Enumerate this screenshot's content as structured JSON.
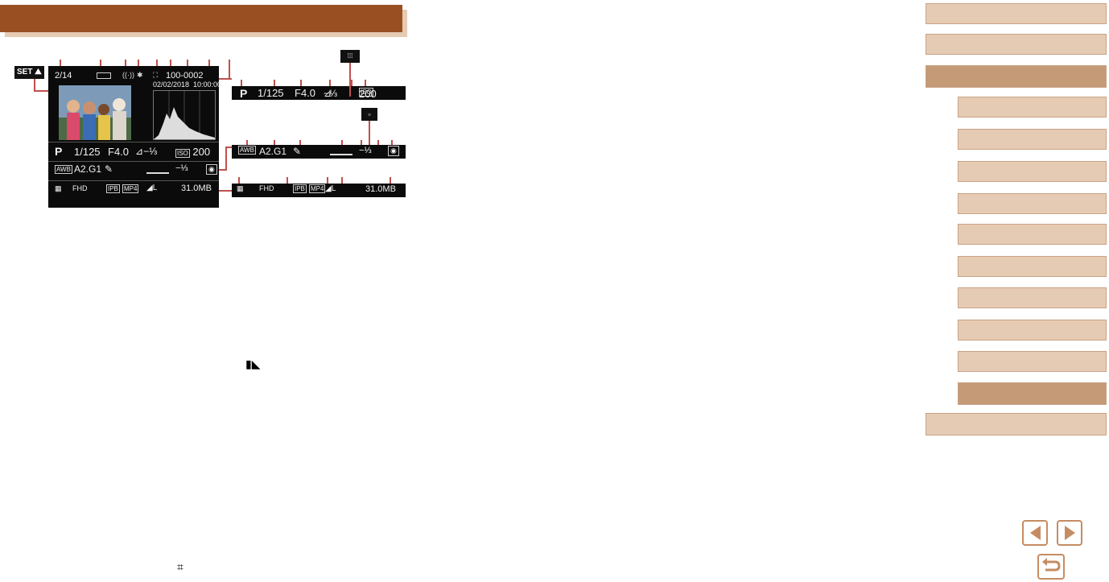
{
  "header": {
    "title": ""
  },
  "lcd": {
    "frame_count": "2/14",
    "file_number": "100-0002",
    "date": "02/02/2018",
    "time": "10:00:00",
    "mode": "P",
    "shutter": "1/125",
    "aperture": "F4.0",
    "exposure_comp": "−⅓",
    "iso": "200",
    "wb": "A2.G1",
    "flash_comp": "−⅓",
    "movie_format": "MP4",
    "file_size": "31.0MB"
  },
  "strip1": {
    "mode": "P",
    "shutter": "1/125",
    "aperture": "F4.0",
    "exposure_comp": "−⅓",
    "iso": "200"
  },
  "strip2": {
    "wb": "A2.G1",
    "flash_comp": "−⅓"
  },
  "strip3": {
    "movie_format": "MP4",
    "file_size": "31.0MB"
  },
  "icons": {
    "set": "SET",
    "movie_camera": "movie-camera-icon",
    "crop": "crop-icon"
  },
  "nav": {
    "top_tabs_count": 3,
    "sub_tabs_count": 10,
    "active_sub": 10
  },
  "colors": {
    "header": "#9a4f22",
    "tab": "#e6cbb4",
    "tab_active": "#c49a77",
    "accent": "#c58c63",
    "callout": "#c0504d"
  }
}
